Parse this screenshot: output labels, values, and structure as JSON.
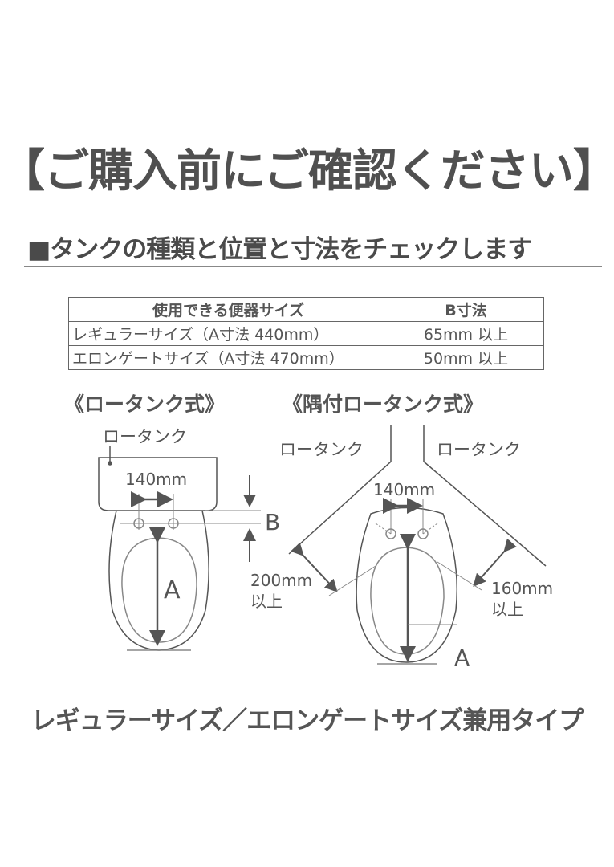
{
  "title": "【ご購入前にご確認ください】",
  "subtitle": "■タンクの種類と位置と寸法をチェックします",
  "table": {
    "headers": [
      "使用できる便器サイズ",
      "B寸法"
    ],
    "rows": [
      [
        "レギュラーサイズ（A寸法 440mm）",
        "65mm 以上"
      ],
      [
        "エロンゲートサイズ（A寸法 470mm）",
        "50mm 以上"
      ]
    ]
  },
  "diagram_left": {
    "heading": "《ロータンク式》",
    "tank_label": "ロータンク",
    "hole_spacing": "140mm",
    "b_label": "B",
    "a_label": "A"
  },
  "diagram_right": {
    "heading": "《隅付ロータンク式》",
    "tank_label_left": "ロータンク",
    "tank_label_right": "ロータンク",
    "hole_spacing": "140mm",
    "left_clearance": "200mm",
    "left_clearance_suffix": "以上",
    "right_clearance": "160mm",
    "right_clearance_suffix": "以上",
    "a_label": "A"
  },
  "footer": "レギュラーサイズ／エロンゲートサイズ兼用タイプ",
  "colors": {
    "text": "#555555",
    "line": "#555555"
  }
}
